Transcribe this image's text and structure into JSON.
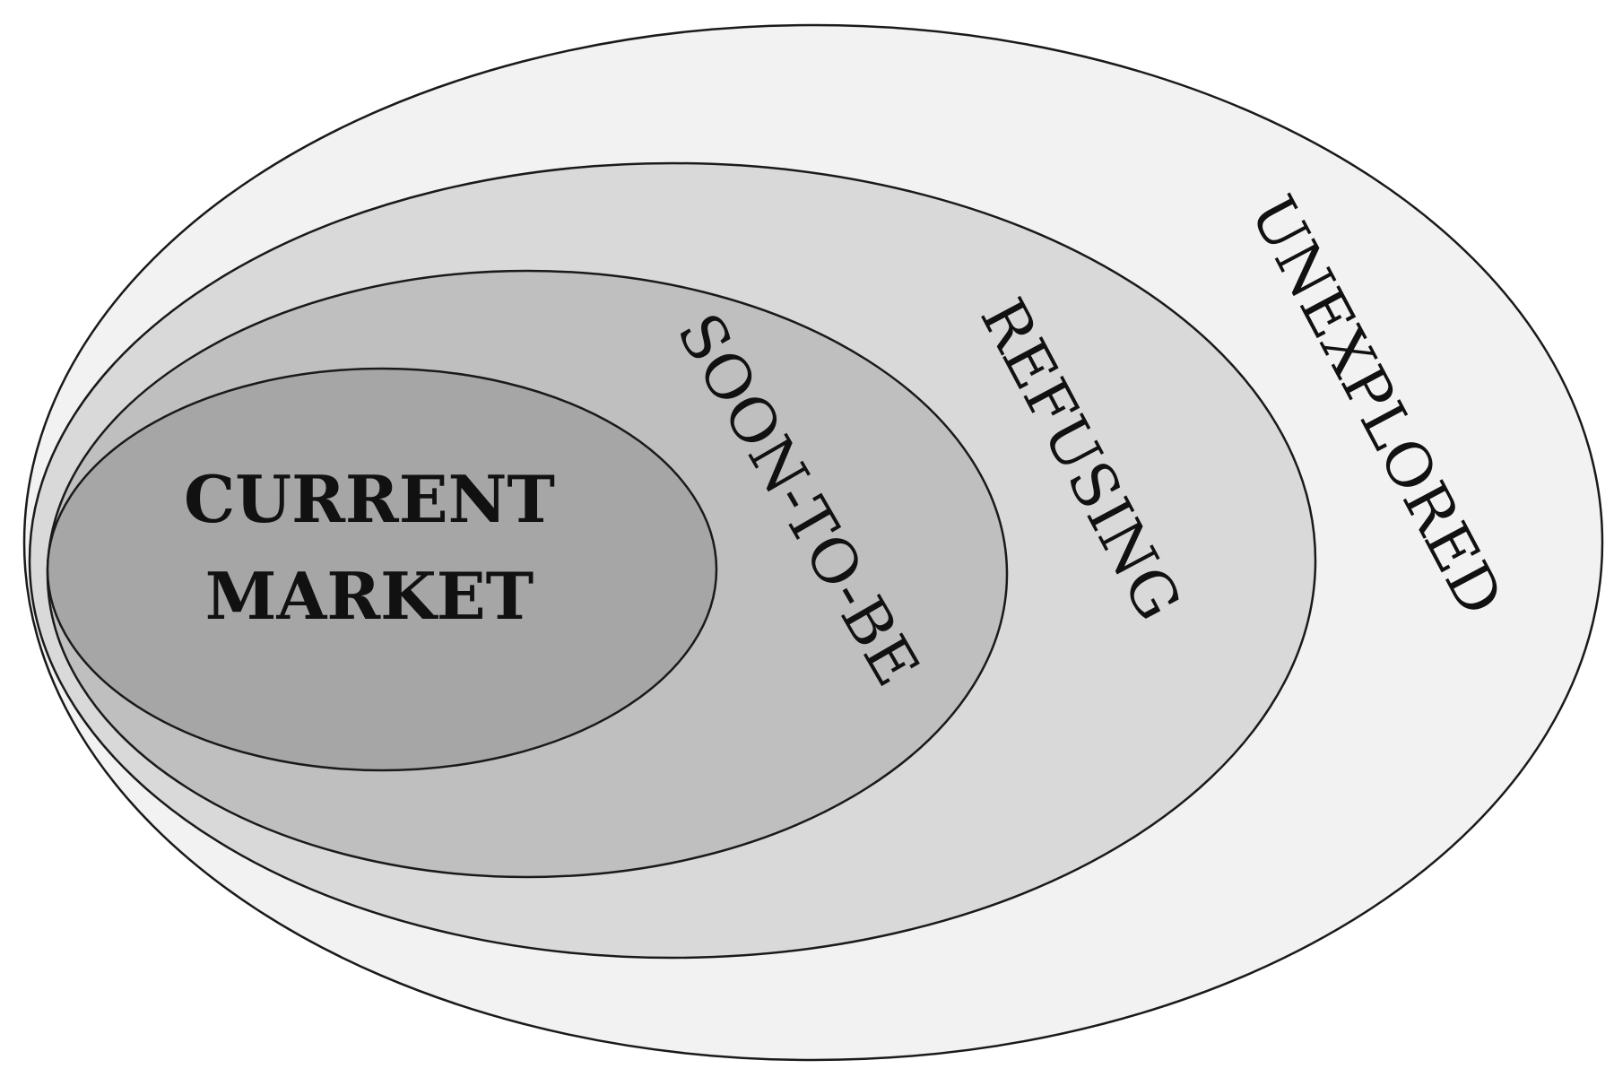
{
  "diagram": {
    "rings": [
      {
        "id": "unexplored",
        "label": "UNEXPLORED",
        "fill": "#f2f2f2"
      },
      {
        "id": "refusing",
        "label": "REFUSING",
        "fill": "#d9d9d9"
      },
      {
        "id": "soon-to-be",
        "label": "SOON-TO-BE",
        "fill": "#bfbfbf"
      },
      {
        "id": "current-market",
        "label_line1": "CURRENT",
        "label_line2": "MARKET",
        "fill": "#a6a6a6"
      }
    ],
    "stroke_color": "#1a1a1a"
  }
}
